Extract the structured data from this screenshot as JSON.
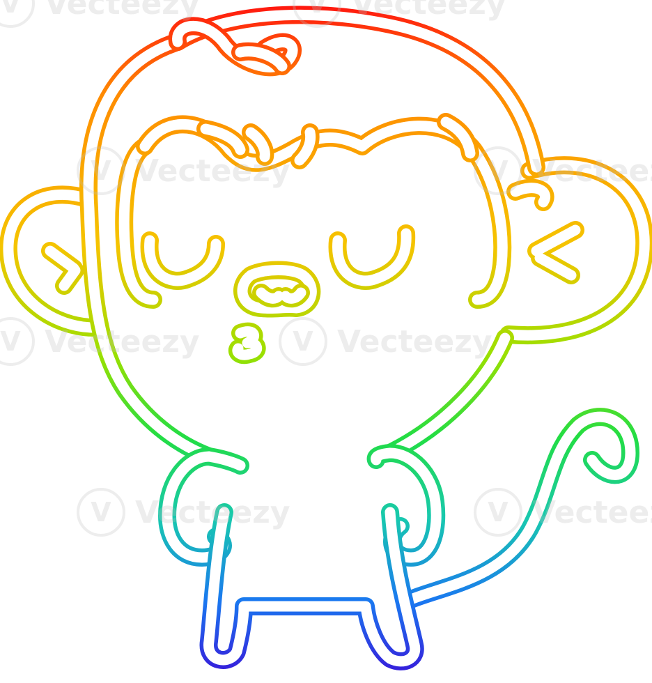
{
  "image": {
    "subject": "cartoon monkey",
    "stroke_style": "rainbow gradient outline",
    "gradient_colors": [
      "#ff1010",
      "#ff8c00",
      "#f5c400",
      "#9ae000",
      "#22dd44",
      "#18c8b0",
      "#1a78f0",
      "#3a10d8"
    ]
  },
  "watermark": {
    "text": "Vecteezy",
    "logo_glyph": "V",
    "repeat_count": 8
  }
}
